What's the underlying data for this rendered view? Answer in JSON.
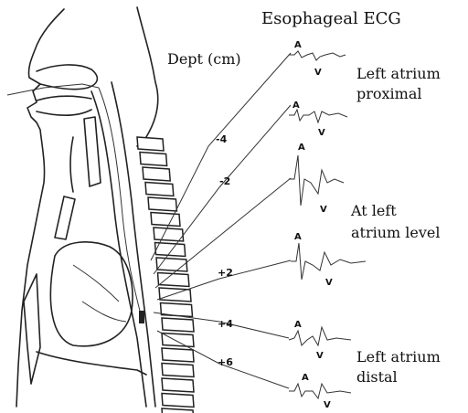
{
  "title": "Esophageal ECG",
  "depth_axis_label": "Dept (cm)",
  "depth_marks": [
    "-4",
    "-2",
    "+2",
    "+4",
    "+6"
  ],
  "position_labels": [
    {
      "line1": "Left atrium",
      "line2": "proximal"
    },
    {
      "line1": "At left",
      "line2": "atrium level"
    },
    {
      "line1": "Left atrium",
      "line2": "distal"
    }
  ],
  "wave_labels": {
    "a": "A",
    "v": "V"
  },
  "colors": {
    "ink": "#222222",
    "background": "#ffffff"
  }
}
